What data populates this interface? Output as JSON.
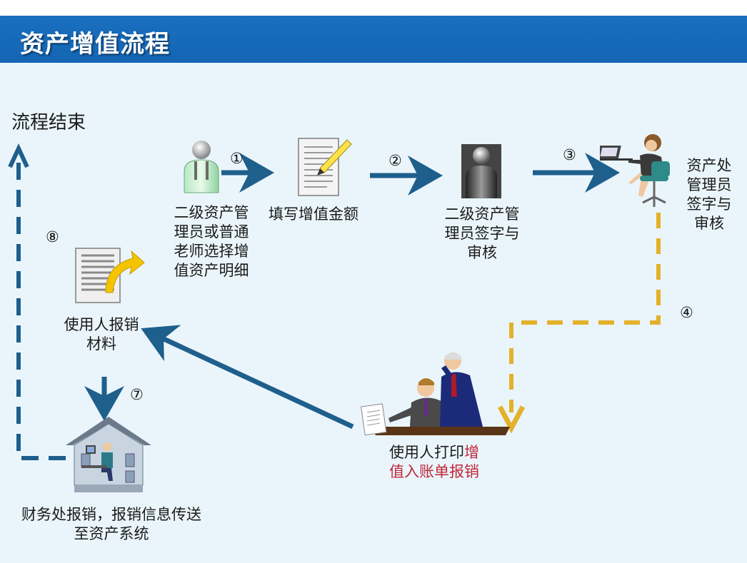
{
  "title": "资产增值流程",
  "labels": {
    "end": "流程结束",
    "step_a_1": "二级资产管",
    "step_a_2": "理员或普通",
    "step_a_3": "老师选择增",
    "step_a_4": "值资产明细",
    "fill": "填写增值金额",
    "sign_1": "二级资产管",
    "sign_2": "理员签字与",
    "sign_3": "审核",
    "office_1": "资产处",
    "office_2": "管理员",
    "office_3": "签字与",
    "office_4": "审核",
    "print_1a": "使用人打印",
    "print_1b": "增",
    "print_2": "值入账单报销",
    "user_1": "使用人报销",
    "user_2": "材料",
    "finance_1": "财务处报销，报销信息传送",
    "finance_2": "至资产系统"
  },
  "steps": {
    "s1": "①",
    "s2": "②",
    "s3": "③",
    "s4": "④",
    "s7": "⑦",
    "s8": "⑧"
  },
  "colors": {
    "title_bar": "#1466b3",
    "arrow_solid": "#1e5f8c",
    "arrow_dash_yellow": "#e3b12a",
    "arrow_dash_blue": "#1e5f8c",
    "background": "#eaf5fb",
    "highlight_text": "#c0283a"
  }
}
